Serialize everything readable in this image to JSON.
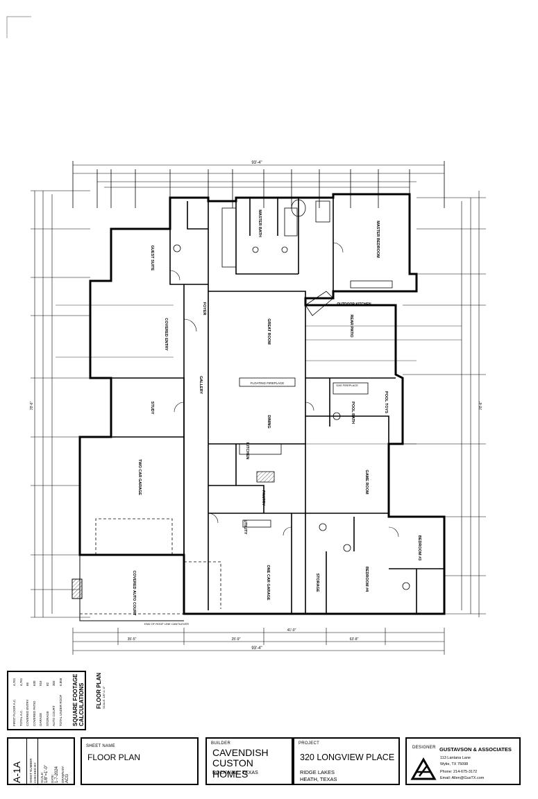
{
  "plan": {
    "rooms": [
      {
        "id": "guest-suite",
        "label": "GUEST SUITE"
      },
      {
        "id": "master-bedroom",
        "label": "MASTER BEDROOM"
      },
      {
        "id": "master-bath",
        "label": "MASTER BATH"
      },
      {
        "id": "great-room",
        "label": "GREAT ROOM"
      },
      {
        "id": "foyer",
        "label": "FOYER"
      },
      {
        "id": "covered-entry",
        "label": "COVERED ENTRY"
      },
      {
        "id": "gallery",
        "label": "GALLERY"
      },
      {
        "id": "study",
        "label": "STUDY"
      },
      {
        "id": "dining",
        "label": "DINING"
      },
      {
        "id": "kitchen",
        "label": "KITCHEN"
      },
      {
        "id": "pantry",
        "label": "PANTRY"
      },
      {
        "id": "utility",
        "label": "UTILITY"
      },
      {
        "id": "two-car-garage",
        "label": "TWO CAR GARAGE"
      },
      {
        "id": "one-car-garage",
        "label": "ONE CAR GARAGE"
      },
      {
        "id": "covered-auto-court",
        "label": "COVERED AUTO COURT"
      },
      {
        "id": "storage",
        "label": "STORAGE"
      },
      {
        "id": "game-room",
        "label": "GAME ROOM"
      },
      {
        "id": "bedroom-4",
        "label": "BEDROOM #4"
      },
      {
        "id": "bedroom-3",
        "label": "BEDROOM #3"
      },
      {
        "id": "pool-bath",
        "label": "POOL BATH"
      },
      {
        "id": "pool-toys",
        "label": "POOL TOYS"
      },
      {
        "id": "rear-patio",
        "label": "REAR PATIO"
      },
      {
        "id": "outdoor-kitchen",
        "label": "OUTDOOR KITCHEN"
      }
    ],
    "notes": {
      "floating_fireplace": "FLOATING FIREPLACE",
      "gas_fireplace": "GAS FIREPLACE",
      "end_of_roof_line": "END OF ROOF LINE CANTILEVER"
    },
    "dimensions": {
      "overall_top": "93'-4\"",
      "overall_bottom": "93'-4\"",
      "seg_bottom_1": "35'-5\"",
      "seg_bottom_2": "63'-8\"",
      "seg_bottom_3": "41'-0\"",
      "seg_bottom_4": "25'-9\"",
      "left_overall": "78'-6\"",
      "right_overall": "78'-6\""
    }
  },
  "title_block": {
    "floor_plan_title": "FLOOR PLAN",
    "floor_plan_scale": "SCALE: 1/8\"=1'-0\"",
    "sqft_title_1": "SQUARE FOOTAGE",
    "sqft_title_2": "CALCULATIONS",
    "sqft_rows": [
      {
        "k": "FIRST FLOOR A.C.",
        "v": "4,761"
      },
      {
        "k": "TOTAL A.C.",
        "v": "4,761"
      },
      {
        "k": "COVERED ENTRY",
        "v": "66"
      },
      {
        "k": "COVERED PATIO",
        "v": "630"
      },
      {
        "k": "GARAGE",
        "v": "916"
      },
      {
        "k": "STORAGE",
        "v": "82"
      },
      {
        "k": "AUTO COURT",
        "v": "303"
      },
      {
        "k": "TOTAL UNDER ROOF",
        "v": "6,858"
      }
    ],
    "info_scale_label": "SCALE:",
    "info_scale": "1/8\"=1'-0\"",
    "info_date_label": "DATE:",
    "info_date": "1-7-2024",
    "info_drawn_label": "DRAWN BY:",
    "info_drawn": "ACG",
    "info_checked_label": "CHECKED BY:",
    "sheet_number_label": "SHEET NUMBER",
    "sheet_number": "A-1A",
    "sheet_name_label": "SHEET NAME",
    "sheet_name": "FLOOR PLAN",
    "builder_label": "BUILDER",
    "builder_name_1": "CAVENDISH",
    "builder_name_2": "CUSTON HOMES",
    "builder_city": "ROCKWALL, TEXAS",
    "project_label": "PROJECT",
    "project_name": "320 LONGVIEW PLACE",
    "project_sub_1": "RIDGE LAKES",
    "project_sub_2": "HEATH, TEXAS",
    "designer_label": "DESIGNER",
    "designer_name": "GUSTAVSON & ASSOCIATES",
    "designer_addr_1": "113 Lantana Lane",
    "designer_addr_2": "Wylie, TX 75098",
    "designer_phone": "Phone:  214-675-3172",
    "designer_email": "Email:  Allen@GusTX.com"
  }
}
